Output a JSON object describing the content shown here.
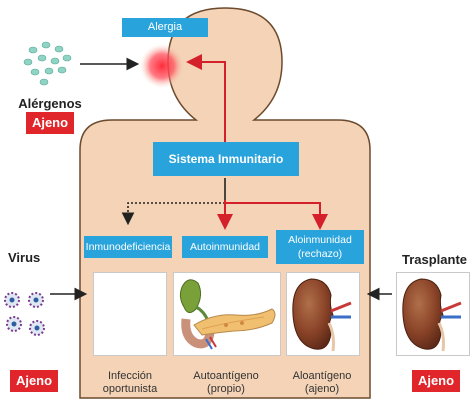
{
  "top_label": "Alergia",
  "center_label": "Sistema Inmunitario",
  "left_top": {
    "title": "Alérgenos",
    "badge": "Ajeno"
  },
  "left_bottom": {
    "title": "Virus",
    "badge": "Ajeno"
  },
  "right": {
    "title": "Trasplante",
    "badge": "Ajeno"
  },
  "categories": [
    {
      "label": "Inmunodeficiencia",
      "caption_line1": "Infección",
      "caption_line2": "oportunista"
    },
    {
      "label": "Autoinmunidad",
      "caption_line1": "Autoantígeno",
      "caption_line2": "(propio)"
    },
    {
      "label_line1": "Aloinmunidad",
      "label_line2": "(rechazo)",
      "caption_line1": "Aloantígeno",
      "caption_line2": "(ajeno)"
    }
  ],
  "colors": {
    "body": "#f4d3b6",
    "body_stroke": "#6b4a2e",
    "blue": "#29a3dc",
    "red": "#e0262b",
    "arrow_red": "#d4202a",
    "allergen": "#8fd4c4"
  }
}
